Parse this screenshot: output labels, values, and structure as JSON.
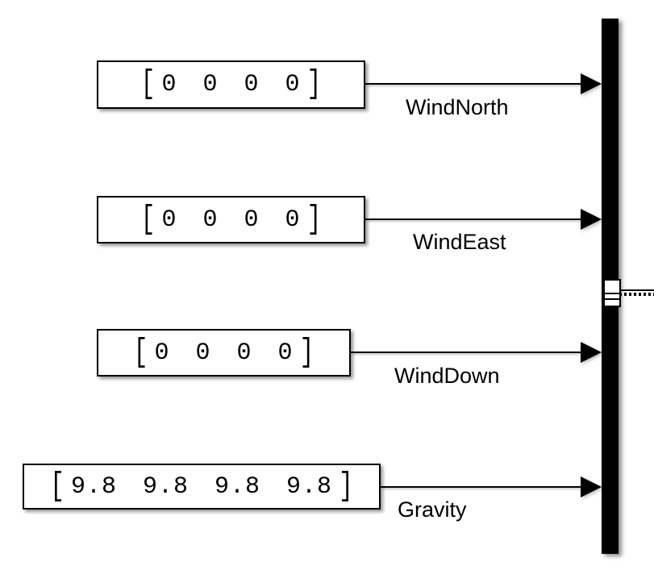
{
  "diagram": {
    "background_color": "#ffffff",
    "line_color": "#000000",
    "blocks": [
      {
        "id": "windnorth",
        "type": "constant",
        "bracket_open": "[",
        "digits": "0 0 0 0",
        "bracket_close": "]",
        "value": "[0 0 0 0]",
        "label": "WindNorth"
      },
      {
        "id": "windeast",
        "type": "constant",
        "bracket_open": "[",
        "digits": "0 0 0 0",
        "bracket_close": "]",
        "value": "[0 0 0 0]",
        "label": "WindEast"
      },
      {
        "id": "winddown",
        "type": "constant",
        "bracket_open": "[",
        "digits": "0 0 0 0",
        "bracket_close": "]",
        "value": "[0 0 0 0]",
        "label": "WindDown"
      },
      {
        "id": "gravity",
        "type": "constant",
        "bracket_open": "[",
        "digits": "9.8 9.8 9.8 9.8",
        "bracket_close": "]",
        "value": "[9.8 9.8 9.8 9.8]",
        "label": "Gravity"
      }
    ],
    "mux": {
      "type": "mux",
      "color": "#000000",
      "inputs": 4
    },
    "connections": [
      {
        "from": "windnorth",
        "to": "mux"
      },
      {
        "from": "windeast",
        "to": "mux"
      },
      {
        "from": "winddown",
        "to": "mux"
      },
      {
        "from": "gravity",
        "to": "mux"
      }
    ]
  }
}
